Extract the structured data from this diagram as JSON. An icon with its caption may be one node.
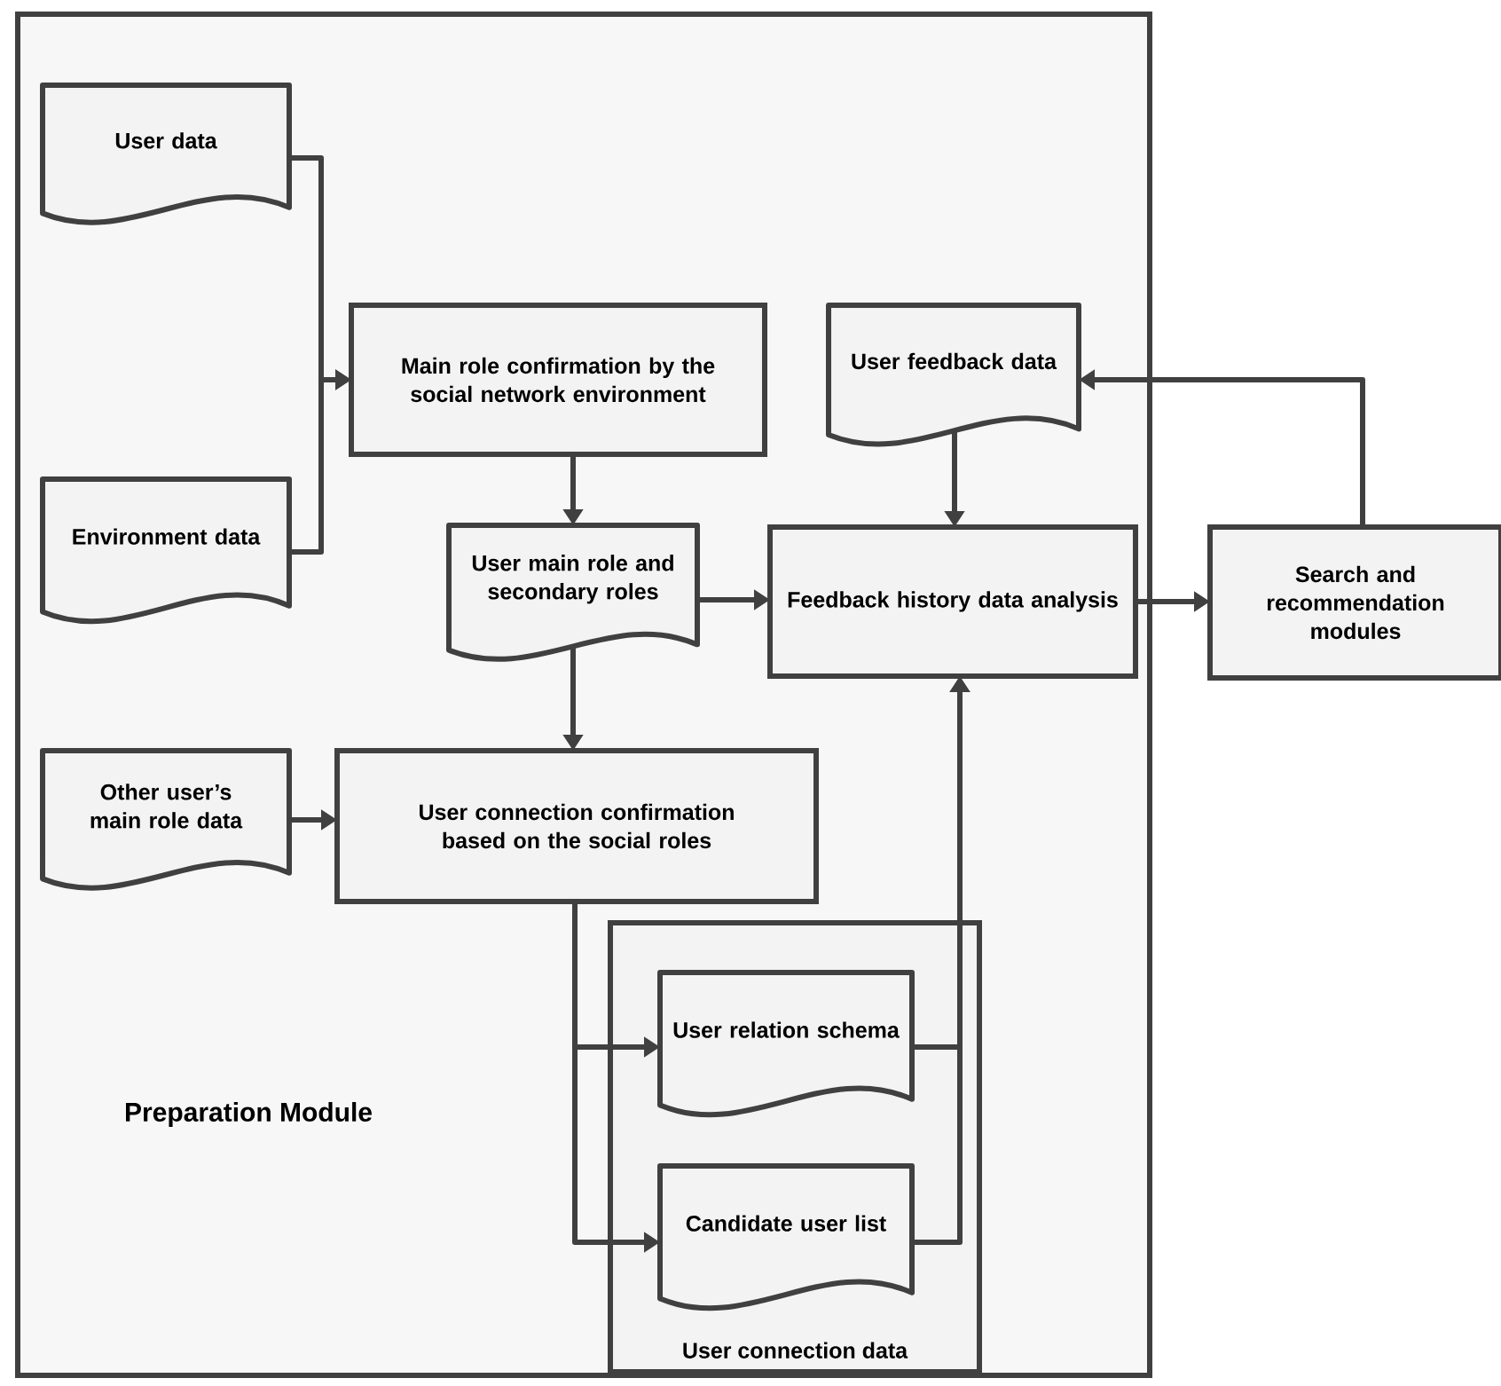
{
  "diagram": {
    "nodes": [
      {
        "text": [
          "Preparation Module"
        ]
      },
      {
        "text": [
          "User data"
        ],
        "in": 0
      },
      {
        "text": [
          "Environment data"
        ],
        "in": 0
      },
      {
        "text": [
          "Main role confirmation by the social network environment"
        ],
        "in": 0
      },
      {
        "text": [
          "User feedback data"
        ],
        "in": 0
      },
      {
        "text": [
          "User main role and secondary roles"
        ],
        "in": 0
      },
      {
        "text": [
          "Feedback history data analysis"
        ],
        "in": 0
      },
      {
        "text": [
          "Search and recommendation modules"
        ]
      },
      {
        "text": [
          "Other user’s main role data"
        ],
        "in": 0
      },
      {
        "text": [
          "User connection confirmation based on the social roles"
        ],
        "in": 0
      },
      {
        "text": [
          "User connection data"
        ],
        "in": 0
      },
      {
        "text": [
          "User relation schema"
        ],
        "in": 10
      },
      {
        "text": [
          "Candidate user list"
        ],
        "in": 10
      }
    ],
    "edges": [
      {
        "from": 1,
        "to": 3,
        "arrow": "to"
      },
      {
        "from": 2,
        "to": 3,
        "arrow": "to"
      },
      {
        "from": 3,
        "to": 5,
        "arrow": "to"
      },
      {
        "from": 5,
        "to": 6,
        "arrow": "to"
      },
      {
        "from": 4,
        "to": 6,
        "arrow": "to"
      },
      {
        "from": 6,
        "to": 7,
        "arrow": "to"
      },
      {
        "from": 7,
        "to": 4,
        "arrow": "to"
      },
      {
        "from": 5,
        "to": 9,
        "arrow": "to"
      },
      {
        "from": 8,
        "to": 9,
        "arrow": "to"
      },
      {
        "from": 9,
        "to": 11,
        "arrow": "to"
      },
      {
        "from": 9,
        "to": 12,
        "arrow": "to"
      },
      {
        "from": 11,
        "to": 6,
        "arrow": "to"
      },
      {
        "from": 12,
        "to": 6,
        "arrow": "to"
      }
    ]
  }
}
